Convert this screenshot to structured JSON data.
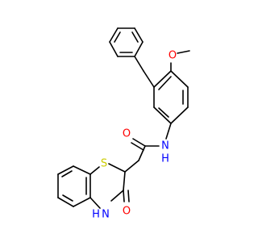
{
  "molecule": {
    "colors": {
      "bond": "#000000",
      "oxygen": "#ff0000",
      "nitrogen": "#0000ff",
      "sulfur": "#cccc00",
      "background": "#ffffff"
    },
    "atom_labels": {
      "methoxy_o": "O",
      "amide_nh": "N",
      "amide_nh_h": "H",
      "amide_o": "O",
      "ring_s": "S",
      "lactam_nh": "H",
      "lactam_n": "N",
      "lactam_o": "O"
    }
  }
}
